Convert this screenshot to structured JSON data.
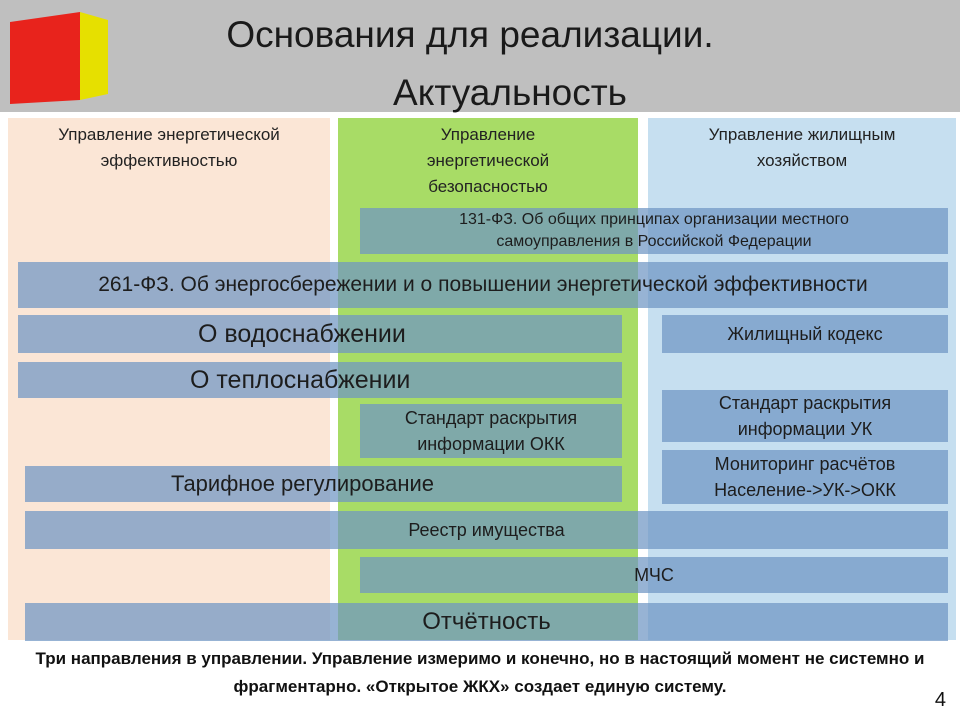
{
  "title": {
    "line1": "Основания для реализации.",
    "line2": "Актуальность"
  },
  "columns": [
    {
      "header": "Управление энергетической эффективностью"
    },
    {
      "header": "Управление энергетической безопасностью"
    },
    {
      "header": "Управление жилищным хозяйством"
    }
  ],
  "bars": {
    "fz131": "131-ФЗ. Об общих принципах организации местного самоуправления в Российской Федерации",
    "fz261": "261-ФЗ. Об энергосбережении и о повышении энергетической эффективности",
    "water": "О водоснабжении",
    "heat": "О теплоснабжении",
    "housing_code": "Жилищный кодекс",
    "okk_standard": "Стандарт раскрытия информации ОКК",
    "uk_standard": "Стандарт раскрытия информации УК",
    "tariff": "Тарифное регулирование",
    "monitoring": "Мониторинг расчётов Население->УК->ОКК",
    "registry": "Реестр имущества",
    "mchs": "МЧС",
    "reporting": "Отчётность"
  },
  "note": "Три направления в управлении. Управление измеримо и конечно, но в настоящий момент не системно и фрагментарно. «Открытое ЖКХ» создает единую систему.",
  "page_number": "4",
  "colors": {
    "header_bg": "#bfbfbf",
    "col1_bg": "#fbe6d6",
    "col2_bg": "#a8dc66",
    "col3_bg": "#c6dff0",
    "bar_bg": "#6f96c4",
    "logo_red": "#e8231c",
    "logo_yellow": "#e6e000"
  }
}
